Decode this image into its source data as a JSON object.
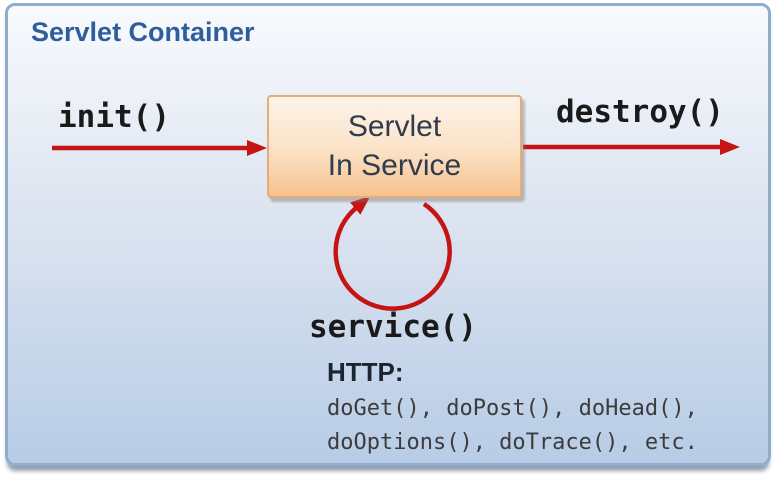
{
  "diagram": {
    "title": "Servlet Container",
    "state_box": {
      "line1": "Servlet",
      "line2": "In Service"
    },
    "transitions": {
      "init_label": "init()",
      "destroy_label": "destroy()",
      "service_label": "service()"
    },
    "http": {
      "label": "HTTP:",
      "methods_line1": "doGet(), doPost(), doHead(),",
      "methods_line2": "doOptions(), doTrace(), etc."
    },
    "colors": {
      "container_border": "#92accc",
      "container_bg_top": "#f8fafd",
      "container_bg_bottom": "#b7cce6",
      "title_text": "#2f5e9e",
      "box_border": "#e2ad79",
      "box_bg_top": "#fdf3e8",
      "box_bg_bottom": "#f6c28d",
      "box_text": "#2f3b4e",
      "arrow_red": "#c41414",
      "http_text": "#1c2430",
      "method_text": "#3c3c3c",
      "code_text": "#1a1a1a"
    }
  }
}
